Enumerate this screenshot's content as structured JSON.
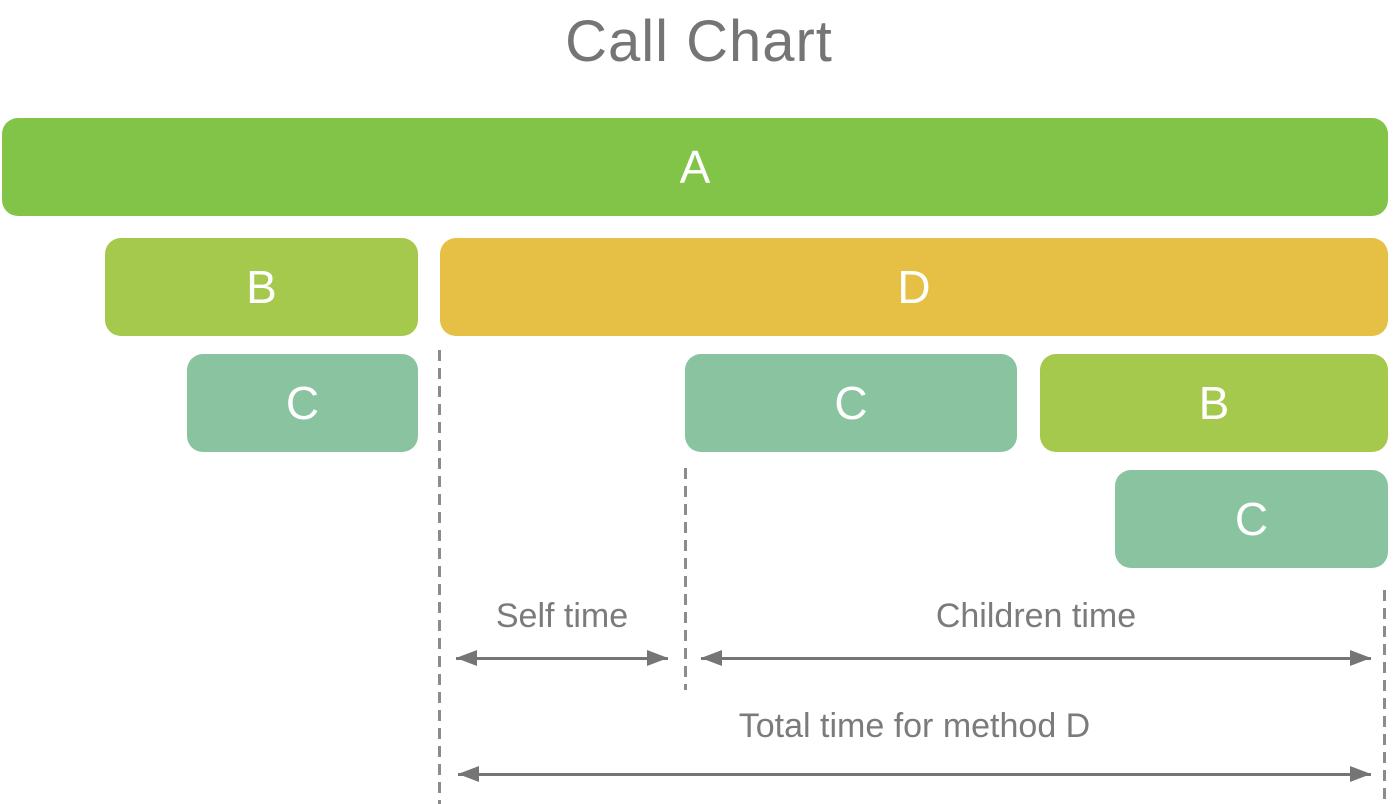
{
  "title": "Call Chart",
  "colors": {
    "method_a": "#82C448",
    "method_b": "#A5C94D",
    "method_c": "#8AC3A0",
    "method_d": "#E5C045",
    "title_gray": "#757575",
    "annotation_gray": "#7b7b7b",
    "arrow_gray": "#757575",
    "dash_gray": "#8c8c8c",
    "bar_text": "#ffffff"
  },
  "bars": [
    {
      "label": "A",
      "method": "A",
      "row": 1
    },
    {
      "label": "B",
      "method": "B",
      "row": 2
    },
    {
      "label": "D",
      "method": "D",
      "row": 2
    },
    {
      "label": "C",
      "method": "C",
      "row": 3
    },
    {
      "label": "C",
      "method": "C",
      "row": 3
    },
    {
      "label": "B",
      "method": "B",
      "row": 3
    },
    {
      "label": "C",
      "method": "C",
      "row": 4
    }
  ],
  "annotations": {
    "self_time_label": "Self time",
    "children_time_label": "Children time",
    "total_time_label": "Total time for method D"
  }
}
